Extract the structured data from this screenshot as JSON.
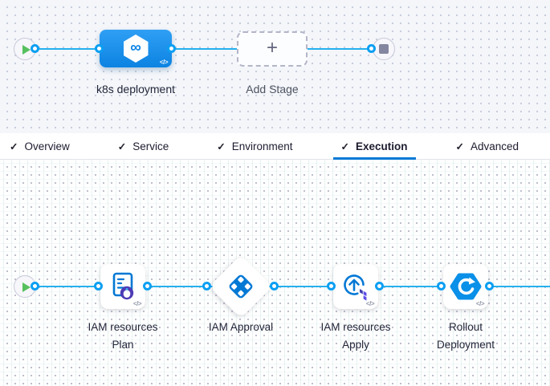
{
  "icons": {
    "check": "✓",
    "plus": "+",
    "code": "</>",
    "infinity": "∞"
  },
  "top_pipeline": {
    "stage_label": "k8s deployment",
    "add_stage_label": "Add Stage"
  },
  "tabs": [
    {
      "label": "Overview",
      "checked": true,
      "active": false
    },
    {
      "label": "Service",
      "checked": true,
      "active": false
    },
    {
      "label": "Environment",
      "checked": true,
      "active": false
    },
    {
      "label": "Execution",
      "checked": true,
      "active": true
    },
    {
      "label": "Advanced",
      "checked": true,
      "active": false
    }
  ],
  "execution": {
    "steps": [
      {
        "label": "IAM resources\nPlan",
        "icon": "plan-document-icon"
      },
      {
        "label": "IAM Approval",
        "icon": "approval-diamond-icon"
      },
      {
        "label": "IAM resources\nApply",
        "icon": "apply-arrow-terraform-icon"
      },
      {
        "label": "Rollout\nDeployment",
        "icon": "rollout-deployment-icon"
      }
    ]
  },
  "colors": {
    "accent": "#0278d5",
    "connector_line": "#25b0ef",
    "stage_blue": "#1190ee",
    "success_green": "#57c05e",
    "terraform_purple": "#5c4ee5",
    "plan_badge_purple": "#4d3bb5"
  }
}
